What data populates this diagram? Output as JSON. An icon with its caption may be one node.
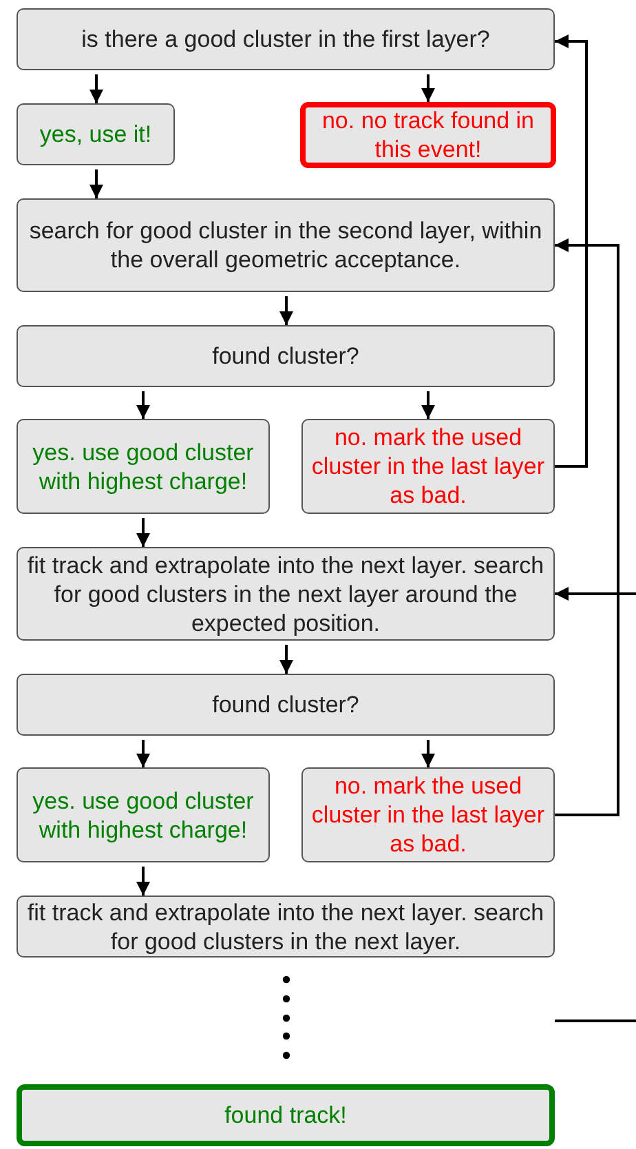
{
  "diagram": {
    "nodes": [
      {
        "text": [
          "is there a good cluster in the first layer?"
        ]
      },
      {
        "text": [
          "yes, use it!"
        ]
      },
      {
        "text": [
          "no. no track found in this event!"
        ]
      },
      {
        "text": [
          "search for good cluster in the second layer, within the overall geometric acceptance."
        ]
      },
      {
        "text": [
          "found cluster?"
        ]
      },
      {
        "text": [
          "yes. use good cluster with highest charge!"
        ]
      },
      {
        "text": [
          "no. mark the used cluster in the last layer as bad."
        ]
      },
      {
        "text": [
          "fit track and extrapolate into the next layer. search for good clusters in the next layer around the expected position."
        ]
      },
      {
        "text": [
          "found cluster?"
        ]
      },
      {
        "text": [
          "yes. use good cluster with highest charge!"
        ]
      },
      {
        "text": [
          "no. mark the used cluster in the last layer as bad."
        ]
      },
      {
        "text": [
          "fit track and extrapolate into the next layer. search for good clusters in the next layer."
        ]
      },
      {
        "text": [
          "found track!"
        ]
      }
    ],
    "edges": [
      {
        "from": 0,
        "to": 1,
        "arrow": "to"
      },
      {
        "from": 0,
        "to": 2,
        "arrow": "to"
      },
      {
        "from": 1,
        "to": 3,
        "arrow": "to"
      },
      {
        "from": 3,
        "to": 4,
        "arrow": "to"
      },
      {
        "from": 4,
        "to": 5,
        "arrow": "to"
      },
      {
        "from": 4,
        "to": 6,
        "arrow": "to"
      },
      {
        "from": 6,
        "to": 0,
        "arrow": "to"
      },
      {
        "from": 5,
        "to": 7,
        "arrow": "to"
      },
      {
        "from": null,
        "to": 7,
        "arrow": "to"
      },
      {
        "from": 7,
        "to": 8,
        "arrow": "to"
      },
      {
        "from": 8,
        "to": 9,
        "arrow": "to"
      },
      {
        "from": 8,
        "to": 10,
        "arrow": "to"
      },
      {
        "from": 10,
        "to": 3,
        "arrow": "to"
      },
      {
        "from": 9,
        "to": 11,
        "arrow": "to"
      }
    ]
  }
}
